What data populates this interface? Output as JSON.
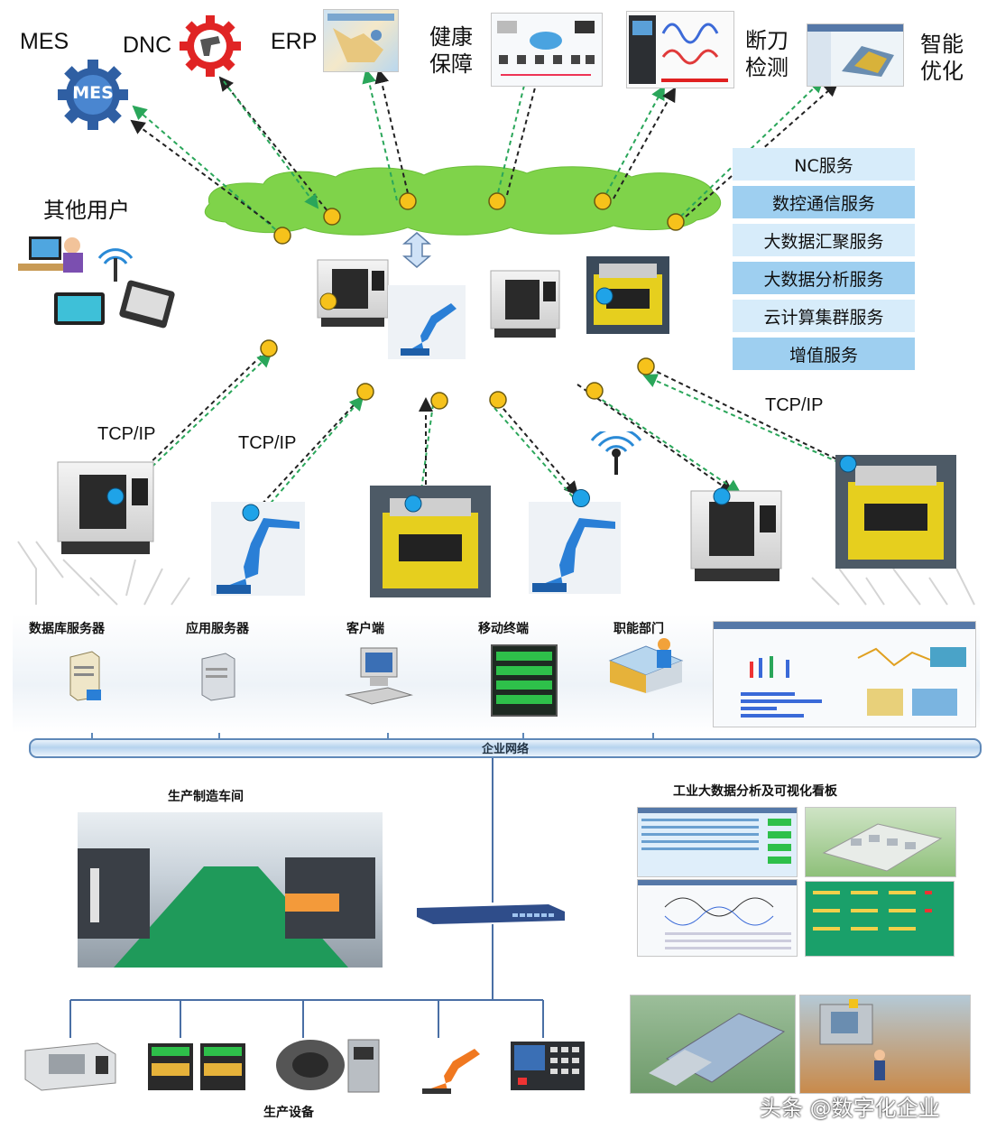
{
  "top_systems": {
    "mes": "MES",
    "dnc": "DNC",
    "erp": "ERP",
    "mes_gear_text": "MES",
    "health_line1": "健康",
    "health_line2": "保障",
    "break_line1": "断刀",
    "break_line2": "检测",
    "smart_line1": "智能",
    "smart_line2": "优化"
  },
  "other_users": "其他用户",
  "services": [
    {
      "label": "NC服务",
      "tone": "light"
    },
    {
      "label": "数控通信服务",
      "tone": "dark"
    },
    {
      "label": "大数据汇聚服务",
      "tone": "light"
    },
    {
      "label": "大数据分析服务",
      "tone": "dark"
    },
    {
      "label": "云计算集群服务",
      "tone": "light"
    },
    {
      "label": "增值服务",
      "tone": "dark"
    }
  ],
  "protocols": {
    "left1": "TCP/IP",
    "left2": "TCP/IP",
    "right": "TCP/IP"
  },
  "network_nodes": {
    "db_server": "数据库服务器",
    "app_server": "应用服务器",
    "client": "客户端",
    "mobile": "移动终端",
    "department": "职能部门"
  },
  "enterprise_network": "企业网络",
  "workshop": "生产制造车间",
  "bigdata_board": "工业大数据分析及可视化看板",
  "equipment": "生产设备",
  "watermark": "头条 @数字化企业",
  "colors": {
    "cloud_green": "#7fd34a",
    "node_yellow": "#f6c21b",
    "node_blue": "#1fa3e8",
    "link_green": "#2aa65a",
    "link_black": "#222222",
    "machine_yellow": "#e6cf1e",
    "robot_blue": "#2a7fd6"
  }
}
